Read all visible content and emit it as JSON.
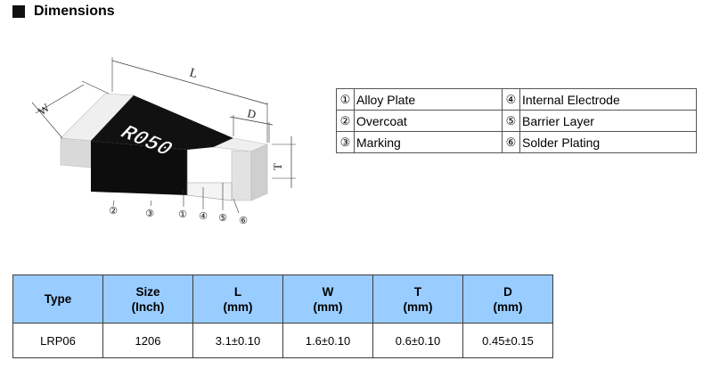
{
  "section": {
    "title": "Dimensions"
  },
  "drawing": {
    "marking_text": "R050",
    "dim_labels": {
      "L": "L",
      "W": "W",
      "D": "D",
      "T": "T"
    },
    "callouts": [
      "②",
      "③",
      "①",
      "④",
      "⑤",
      "⑥"
    ]
  },
  "legend": {
    "rows": [
      {
        "left_num": "①",
        "left_name": "Alloy Plate",
        "right_num": "④",
        "right_name": "Internal Electrode"
      },
      {
        "left_num": "②",
        "left_name": "Overcoat",
        "right_num": "⑤",
        "right_name": "Barrier Layer"
      },
      {
        "left_num": "③",
        "left_name": "Marking",
        "right_num": "⑥",
        "right_name": "Solder Plating"
      }
    ]
  },
  "spec_table": {
    "headers": [
      {
        "line1": "Type",
        "line2": ""
      },
      {
        "line1": "Size",
        "line2": "(Inch)"
      },
      {
        "line1": "L",
        "line2": "(mm)"
      },
      {
        "line1": "W",
        "line2": "(mm)"
      },
      {
        "line1": "T",
        "line2": "(mm)"
      },
      {
        "line1": "D",
        "line2": "(mm)"
      }
    ],
    "rows": [
      [
        "LRP06",
        "1206",
        "3.1±0.10",
        "1.6±0.10",
        "0.6±0.10",
        "0.45±0.15"
      ]
    ]
  },
  "colors": {
    "header_bg": "#99ccff",
    "chip_body": "#111111",
    "terminal": "#e6e6e6"
  }
}
